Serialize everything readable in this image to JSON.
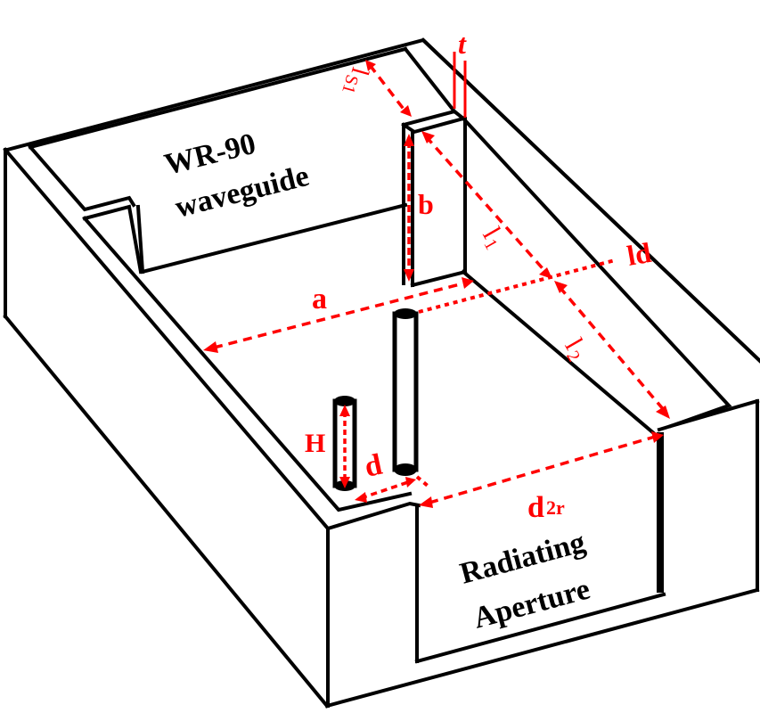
{
  "figure": {
    "description": "Isometric schematic of a WR-90 waveguide cavity with inductive posts feeding a radiating aperture",
    "colors": {
      "outline": "#000000",
      "dimension": "#ff0000",
      "background": "#ffffff"
    }
  },
  "labels": {
    "waveguide_line1": "WR-90",
    "waveguide_line2": "waveguide",
    "aperture_line1": "Radiating",
    "aperture_line2": "Aperture"
  },
  "dimensions": {
    "t": "t",
    "ls1_main": "l",
    "ls1_sub": "S1",
    "b": "b",
    "l1_main": "l",
    "l1_sub": "1",
    "ld": "ld",
    "a": "a",
    "l2_main": "l",
    "l2_sub": "2",
    "H": "H",
    "d": "d",
    "d2r_main": "d",
    "d2r_sub": "2r"
  }
}
